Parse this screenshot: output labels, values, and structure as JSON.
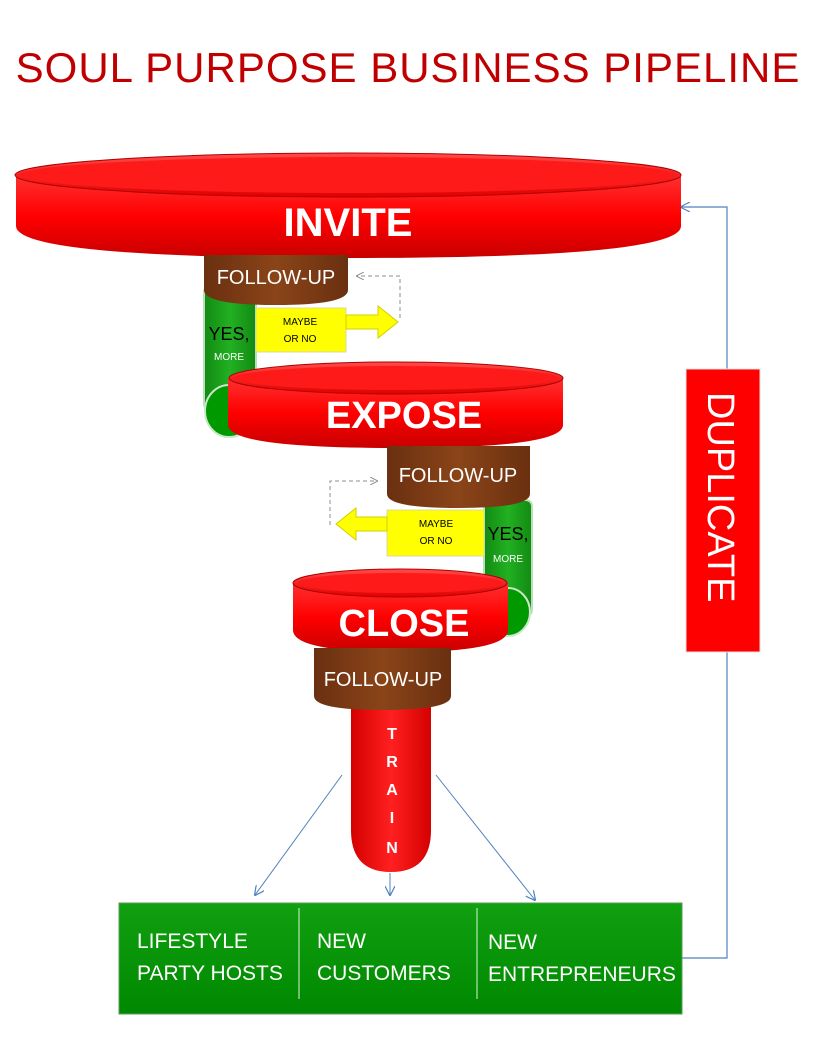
{
  "title": "SOUL PURPOSE BUSINESS PIPELINE",
  "stages": {
    "invite": "INVITE",
    "expose": "EXPOSE",
    "close": "CLOSE"
  },
  "follow_up": {
    "first": "FOLLOW-UP",
    "second": "FOLLOW-UP",
    "third": "FOLLOW-UP"
  },
  "yes_more": {
    "first": {
      "yes": "YES,",
      "more": "MORE"
    },
    "second": {
      "yes": "YES,",
      "more": "MORE"
    }
  },
  "maybe_or_no": {
    "first": {
      "line1": "MAYBE",
      "line2": "OR NO"
    },
    "second": {
      "line1": "MAYBE",
      "line2": "OR NO"
    }
  },
  "train_letters": [
    "T",
    "R",
    "A",
    "I",
    "N"
  ],
  "outcomes": [
    {
      "line1": "LIFESTYLE",
      "line2": "PARTY HOSTS"
    },
    {
      "line1": "NEW",
      "line2": "CUSTOMERS"
    },
    {
      "line1": "NEW",
      "line2": "ENTREPRENEURS"
    }
  ],
  "duplicate": "DUPLICATE",
  "colors": {
    "title": "#c00000",
    "red": "#ff0000",
    "red_dark": "#d40000",
    "brown": "#7b3a12",
    "green": "#009900",
    "green_pipe": "#1a9a1a",
    "yellow": "#ffff00",
    "line": "#4f81bd"
  }
}
